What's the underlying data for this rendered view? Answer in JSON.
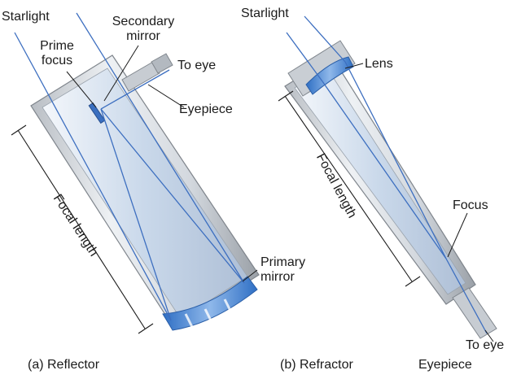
{
  "reflector": {
    "starlight": "Starlight",
    "prime_focus": [
      "Prime",
      "focus"
    ],
    "secondary_mirror": [
      "Secondary",
      "mirror"
    ],
    "to_eye": "To eye",
    "eyepiece": "Eyepiece",
    "focal_length": "Focal length",
    "primary_mirror": [
      "Primary",
      "mirror"
    ],
    "caption": "(a) Reflector"
  },
  "refractor": {
    "starlight": "Starlight",
    "lens": "Lens",
    "focal_length": "Focal length",
    "focus": "Focus",
    "to_eye": "To eye",
    "eyepiece": "Eyepiece",
    "caption": "(b) Refractor"
  },
  "colors": {
    "tube_gray": "#9ea4ab",
    "tube_light": "#dfe3e8",
    "glass_blue": "#3a78c9",
    "ray_blue": "#3d6fc0",
    "text": "#1b1b1b"
  }
}
